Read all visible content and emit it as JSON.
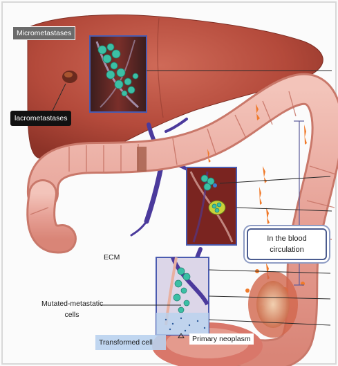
{
  "labels": {
    "micrometastases": "Micrometastases",
    "macrometastases": "lacrometastases",
    "blood_circulation_line1": "In the blood",
    "blood_circulation_line2": "circulation",
    "ecm": "ECM",
    "mutated_line1": "Mutated-metastatic",
    "mutated_line2": "cells",
    "transformed_cell": "Transformed cell",
    "primary_neoplasm": "Primary neoplasm"
  },
  "colors": {
    "liver": "#b5493a",
    "colon": "#e8aaa0",
    "vessel": "#4a3a9a",
    "box_outline": "#4a5bb0",
    "tumor_cells": "#3cbfa5",
    "metastasis_orange": "#f07a2a"
  }
}
